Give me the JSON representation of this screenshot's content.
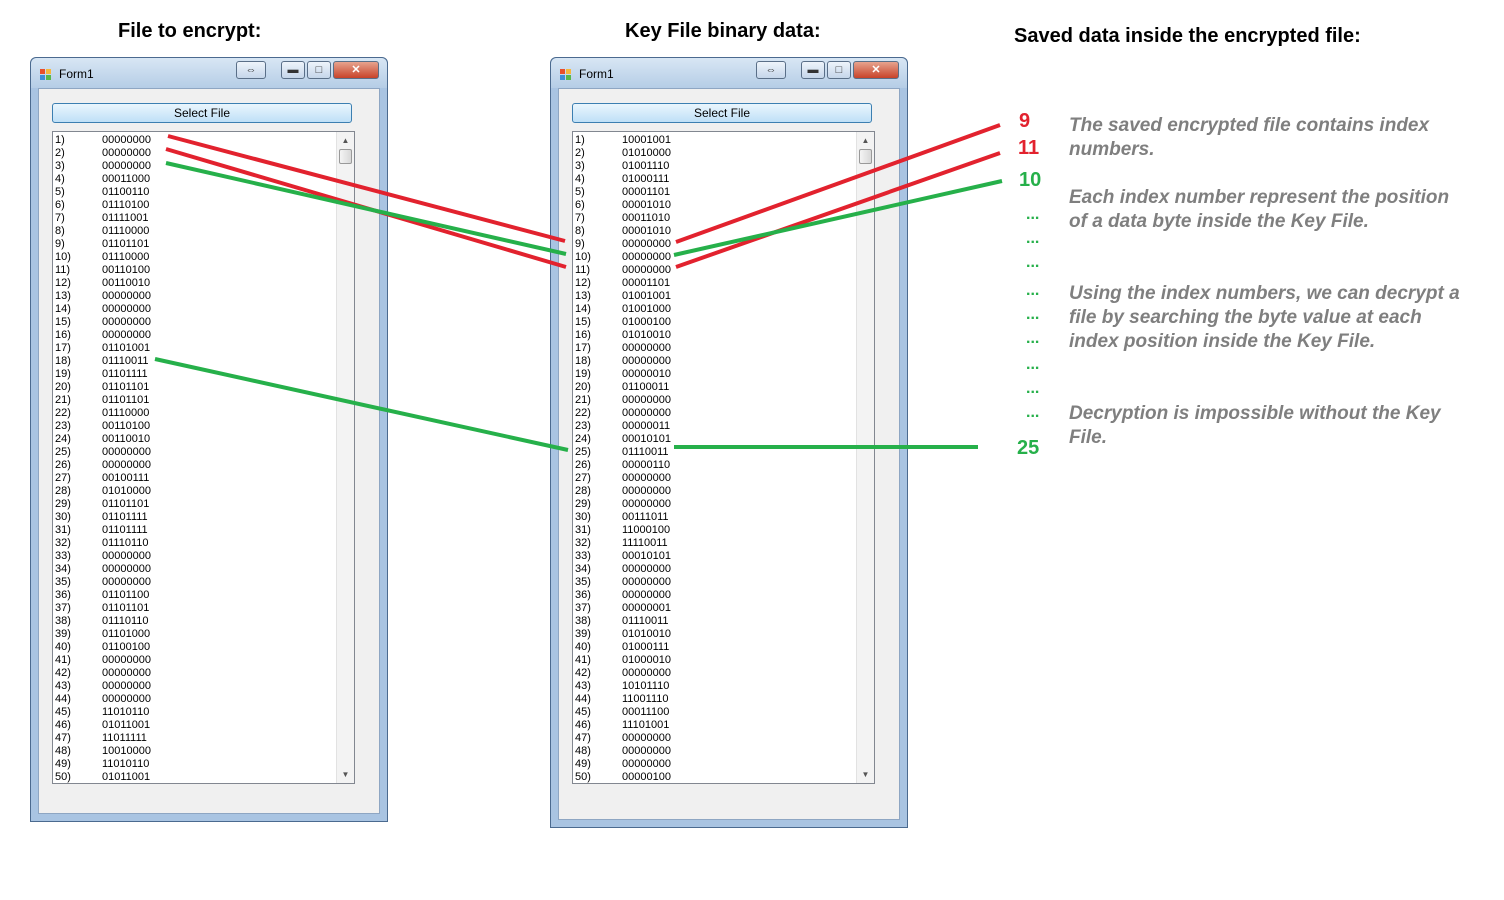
{
  "headings": {
    "left": "File to encrypt:",
    "middle": "Key File binary data:",
    "right": "Saved data inside the encrypted file:"
  },
  "windows": [
    {
      "title": "Form1",
      "select_button": "Select File",
      "rows": [
        [
          "1)",
          "00000000"
        ],
        [
          "2)",
          "00000000"
        ],
        [
          "3)",
          "00000000"
        ],
        [
          "4)",
          "00011000"
        ],
        [
          "5)",
          "01100110"
        ],
        [
          "6)",
          "01110100"
        ],
        [
          "7)",
          "01111001"
        ],
        [
          "8)",
          "01110000"
        ],
        [
          "9)",
          "01101101"
        ],
        [
          "10)",
          "01110000"
        ],
        [
          "11)",
          "00110100"
        ],
        [
          "12)",
          "00110010"
        ],
        [
          "13)",
          "00000000"
        ],
        [
          "14)",
          "00000000"
        ],
        [
          "15)",
          "00000000"
        ],
        [
          "16)",
          "00000000"
        ],
        [
          "17)",
          "01101001"
        ],
        [
          "18)",
          "01110011"
        ],
        [
          "19)",
          "01101111"
        ],
        [
          "20)",
          "01101101"
        ],
        [
          "21)",
          "01101101"
        ],
        [
          "22)",
          "01110000"
        ],
        [
          "23)",
          "00110100"
        ],
        [
          "24)",
          "00110010"
        ],
        [
          "25)",
          "00000000"
        ],
        [
          "26)",
          "00000000"
        ],
        [
          "27)",
          "00100111"
        ],
        [
          "28)",
          "01010000"
        ],
        [
          "29)",
          "01101101"
        ],
        [
          "30)",
          "01101111"
        ],
        [
          "31)",
          "01101111"
        ],
        [
          "32)",
          "01110110"
        ],
        [
          "33)",
          "00000000"
        ],
        [
          "34)",
          "00000000"
        ],
        [
          "35)",
          "00000000"
        ],
        [
          "36)",
          "01101100"
        ],
        [
          "37)",
          "01101101"
        ],
        [
          "38)",
          "01110110"
        ],
        [
          "39)",
          "01101000"
        ],
        [
          "40)",
          "01100100"
        ],
        [
          "41)",
          "00000000"
        ],
        [
          "42)",
          "00000000"
        ],
        [
          "43)",
          "00000000"
        ],
        [
          "44)",
          "00000000"
        ],
        [
          "45)",
          "11010110"
        ],
        [
          "46)",
          "01011001"
        ],
        [
          "47)",
          "11011111"
        ],
        [
          "48)",
          "10010000"
        ],
        [
          "49)",
          "11010110"
        ],
        [
          "50)",
          "01011001"
        ]
      ]
    },
    {
      "title": "Form1",
      "select_button": "Select File",
      "rows": [
        [
          "1)",
          "10001001"
        ],
        [
          "2)",
          "01010000"
        ],
        [
          "3)",
          "01001110"
        ],
        [
          "4)",
          "01000111"
        ],
        [
          "5)",
          "00001101"
        ],
        [
          "6)",
          "00001010"
        ],
        [
          "7)",
          "00011010"
        ],
        [
          "8)",
          "00001010"
        ],
        [
          "9)",
          "00000000"
        ],
        [
          "10)",
          "00000000"
        ],
        [
          "11)",
          "00000000"
        ],
        [
          "12)",
          "00001101"
        ],
        [
          "13)",
          "01001001"
        ],
        [
          "14)",
          "01001000"
        ],
        [
          "15)",
          "01000100"
        ],
        [
          "16)",
          "01010010"
        ],
        [
          "17)",
          "00000000"
        ],
        [
          "18)",
          "00000000"
        ],
        [
          "19)",
          "00000010"
        ],
        [
          "20)",
          "01100011"
        ],
        [
          "21)",
          "00000000"
        ],
        [
          "22)",
          "00000000"
        ],
        [
          "23)",
          "00000011"
        ],
        [
          "24)",
          "00010101"
        ],
        [
          "25)",
          "01110011"
        ],
        [
          "26)",
          "00000110"
        ],
        [
          "27)",
          "00000000"
        ],
        [
          "28)",
          "00000000"
        ],
        [
          "29)",
          "00000000"
        ],
        [
          "30)",
          "00111011"
        ],
        [
          "31)",
          "11000100"
        ],
        [
          "32)",
          "11110011"
        ],
        [
          "33)",
          "00010101"
        ],
        [
          "34)",
          "00000000"
        ],
        [
          "35)",
          "00000000"
        ],
        [
          "36)",
          "00000000"
        ],
        [
          "37)",
          "00000001"
        ],
        [
          "38)",
          "01110011"
        ],
        [
          "39)",
          "01010010"
        ],
        [
          "40)",
          "01000111"
        ],
        [
          "41)",
          "01000010"
        ],
        [
          "42)",
          "00000000"
        ],
        [
          "43)",
          "10101110"
        ],
        [
          "44)",
          "11001110"
        ],
        [
          "45)",
          "00011100"
        ],
        [
          "46)",
          "11101001"
        ],
        [
          "47)",
          "00000000"
        ],
        [
          "48)",
          "00000000"
        ],
        [
          "49)",
          "00000000"
        ],
        [
          "50)",
          "00000100"
        ]
      ]
    }
  ],
  "encrypted_indices": [
    {
      "text": "9",
      "color": "red"
    },
    {
      "text": "11",
      "color": "red"
    },
    {
      "text": "10",
      "color": "green"
    },
    {
      "text": "25",
      "color": "green"
    }
  ],
  "ellipsis": "...",
  "description": {
    "p1": "The saved encrypted file contains index numbers.",
    "p2": "Each index number represent the position of a data byte inside the Key File.",
    "p3": "Using the index numbers, we can decrypt a file by searching the byte value at each index position inside the Key File.",
    "p4": "Decryption is impossible without the Key File."
  },
  "colors": {
    "red": "#e2222e",
    "green": "#26b04a",
    "description_text": "#7f7f7f"
  }
}
